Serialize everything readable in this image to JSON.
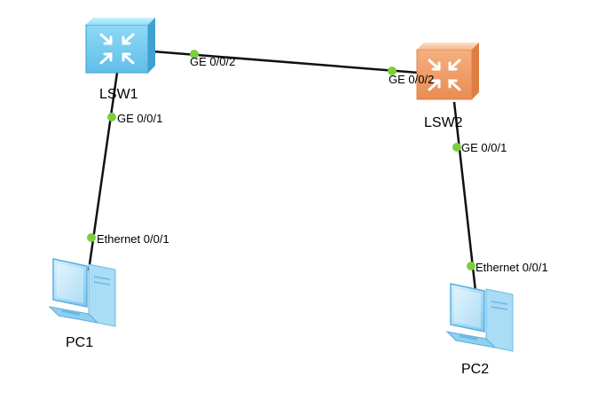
{
  "devices": {
    "lsw1": {
      "name": "LSW1",
      "icon": "switch-icon",
      "color": "#7fd4f5"
    },
    "lsw2": {
      "name": "LSW2",
      "icon": "switch-icon",
      "color": "#f4a877"
    },
    "pc1": {
      "name": "PC1",
      "icon": "pc-icon",
      "color": "#8fd0f0"
    },
    "pc2": {
      "name": "PC2",
      "icon": "pc-icon",
      "color": "#8fd0f0"
    }
  },
  "links": [
    {
      "from": "LSW1",
      "from_port": "GE 0/0/2",
      "to": "LSW2",
      "to_port": "GE 0/0/2"
    },
    {
      "from": "LSW1",
      "from_port": "GE 0/0/1",
      "to": "PC1",
      "to_port": "Ethernet 0/0/1"
    },
    {
      "from": "LSW2",
      "from_port": "GE 0/0/1",
      "to": "PC2",
      "to_port": "Ethernet 0/0/1"
    }
  ],
  "colors": {
    "link": "#111111",
    "port_dot": "#7ccf3c"
  }
}
